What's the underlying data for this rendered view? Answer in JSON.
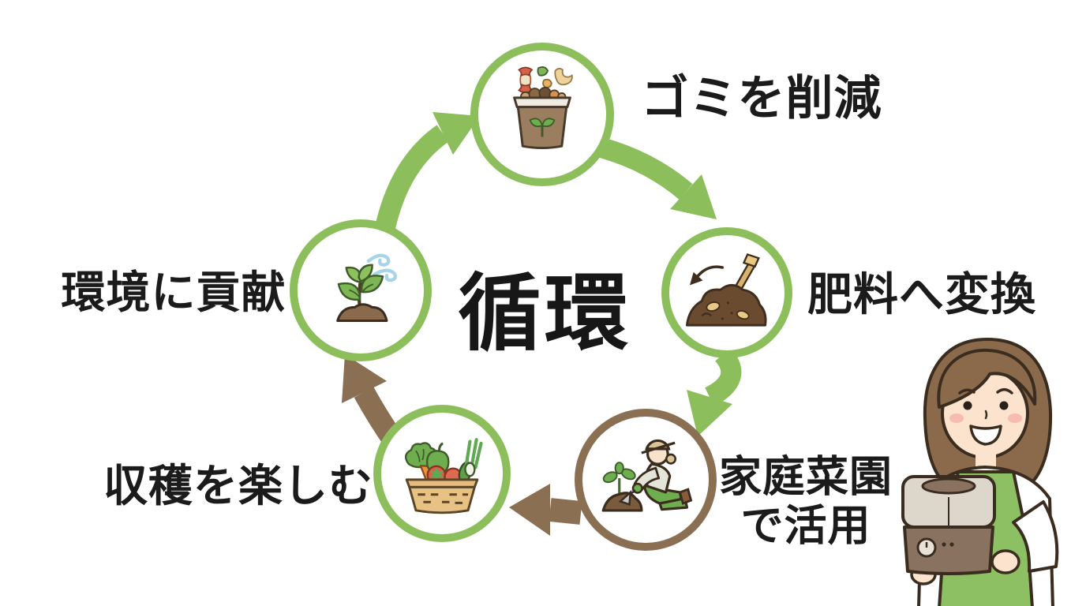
{
  "diagram": {
    "center_label": "循環",
    "steps": [
      {
        "id": "reduce-waste",
        "label": "ゴミを削減",
        "icon": "compost-bin-icon",
        "ring_color": "#8CBE5B"
      },
      {
        "id": "convert-fertilizer",
        "label": "肥料へ変換",
        "icon": "soil-shovel-icon",
        "ring_color": "#8CBE5B"
      },
      {
        "id": "use-home-garden",
        "label": "家庭菜園で活用",
        "lines": [
          "家庭菜園",
          "で活用"
        ],
        "icon": "planting-person-icon",
        "ring_color": "#8A6F52"
      },
      {
        "id": "enjoy-harvest",
        "label": "収穫を楽しむ",
        "icon": "vegetable-basket-icon",
        "ring_color": "#8CBE5B"
      },
      {
        "id": "help-environment",
        "label": "環境に貢献",
        "icon": "seedling-wind-icon",
        "ring_color": "#8CBE5B"
      }
    ],
    "colors": {
      "arrow_green": "#8CBE5B",
      "arrow_brown": "#8A6F52",
      "text": "#1b1b1b",
      "background": "#FFFFFF"
    },
    "illustration": "woman-holding-composter"
  }
}
